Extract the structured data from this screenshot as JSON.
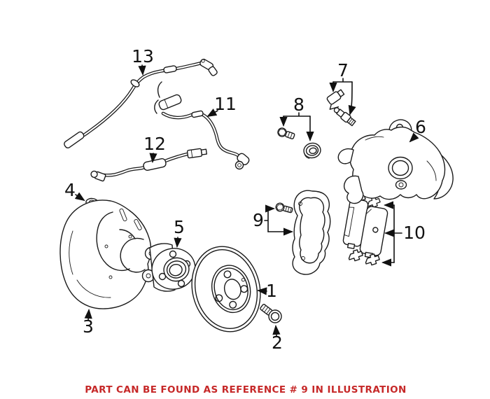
{
  "canvas": {
    "background": "#ffffff",
    "line_color": "#1a1a1a"
  },
  "callouts": [
    {
      "ref": "1"
    },
    {
      "ref": "2"
    },
    {
      "ref": "3"
    },
    {
      "ref": "4"
    },
    {
      "ref": "5"
    },
    {
      "ref": "6"
    },
    {
      "ref": "7"
    },
    {
      "ref": "8"
    },
    {
      "ref": "9"
    },
    {
      "ref": "10"
    },
    {
      "ref": "11"
    },
    {
      "ref": "12"
    },
    {
      "ref": "13"
    }
  ],
  "caption": {
    "text": "PART CAN BE FOUND AS REFERENCE # 9 IN ILLUSTRATION",
    "color": "#c62828",
    "highlighted_reference": "9"
  }
}
